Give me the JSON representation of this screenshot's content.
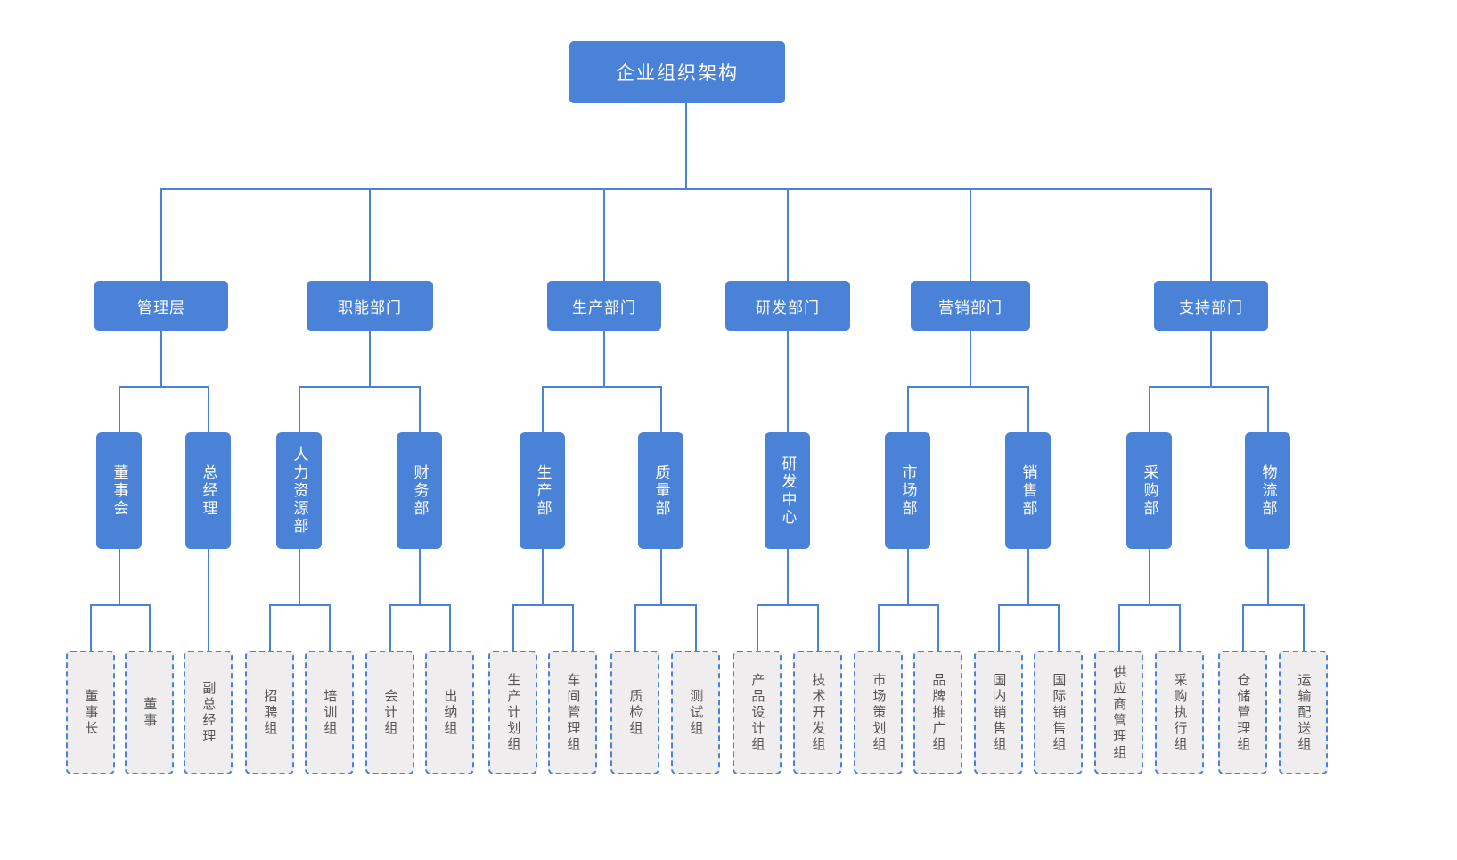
{
  "diagram": {
    "title": "企业组织架构",
    "type": "organization-chart",
    "colors": {
      "node_blue": "#4a82d8",
      "node_blue_text": "#ffffff",
      "leaf_fill": "#efeded",
      "leaf_border": "#4a82d8",
      "leaf_text": "#555555",
      "connector": "#4a82d8",
      "background": "#ffffff"
    },
    "root": {
      "label": "企业组织架构"
    },
    "level2": [
      {
        "label": "管理层"
      },
      {
        "label": "职能部门"
      },
      {
        "label": "生产部门"
      },
      {
        "label": "研发部门"
      },
      {
        "label": "营销部门"
      },
      {
        "label": "支持部门"
      }
    ],
    "level3": [
      {
        "label": "董事会",
        "parent": "管理层"
      },
      {
        "label": "总经理",
        "parent": "管理层"
      },
      {
        "label": "人力资源部",
        "parent": "职能部门"
      },
      {
        "label": "财务部",
        "parent": "职能部门"
      },
      {
        "label": "生产部",
        "parent": "生产部门"
      },
      {
        "label": "质量部",
        "parent": "生产部门"
      },
      {
        "label": "研发中心",
        "parent": "研发部门"
      },
      {
        "label": "市场部",
        "parent": "营销部门"
      },
      {
        "label": "销售部",
        "parent": "营销部门"
      },
      {
        "label": "采购部",
        "parent": "支持部门"
      },
      {
        "label": "物流部",
        "parent": "支持部门"
      }
    ],
    "leaves": [
      {
        "label": "董事长",
        "parent": "董事会"
      },
      {
        "label": "董事",
        "parent": "董事会"
      },
      {
        "label": "副总经理",
        "parent": "总经理"
      },
      {
        "label": "招聘组",
        "parent": "人力资源部"
      },
      {
        "label": "培训组",
        "parent": "人力资源部"
      },
      {
        "label": "会计组",
        "parent": "财务部"
      },
      {
        "label": "出纳组",
        "parent": "财务部"
      },
      {
        "label": "生产计划组",
        "parent": "生产部"
      },
      {
        "label": "车间管理组",
        "parent": "生产部"
      },
      {
        "label": "质检组",
        "parent": "质量部"
      },
      {
        "label": "测试组",
        "parent": "质量部"
      },
      {
        "label": "产品设计组",
        "parent": "研发中心"
      },
      {
        "label": "技术开发组",
        "parent": "研发中心"
      },
      {
        "label": "市场策划组",
        "parent": "市场部"
      },
      {
        "label": "品牌推广组",
        "parent": "市场部"
      },
      {
        "label": "国内销售组",
        "parent": "销售部"
      },
      {
        "label": "国际销售组",
        "parent": "销售部"
      },
      {
        "label": "供应商管理组",
        "parent": "采购部"
      },
      {
        "label": "采购执行组",
        "parent": "采购部"
      },
      {
        "label": "仓储管理组",
        "parent": "物流部"
      },
      {
        "label": "运输配送组",
        "parent": "物流部"
      }
    ]
  }
}
